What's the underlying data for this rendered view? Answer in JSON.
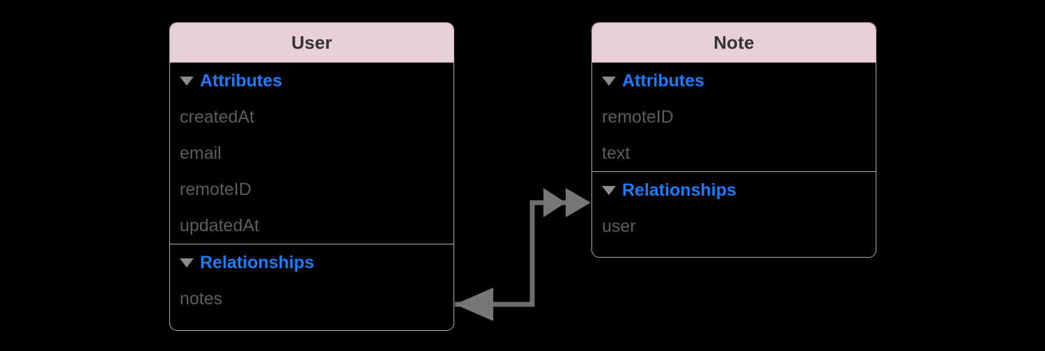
{
  "canvas": {
    "background_color": "#000000",
    "entity_fill_color": "#000000",
    "entity_border_color": "#c3a7ad",
    "header_fill_color": "#e6cfd6",
    "header_text_color": "#333335",
    "section_label_color": "#1a7dff",
    "field_text_color": "#5d5d5f",
    "connector_color": "#6e6e6e",
    "disclosure_color": "#8c8c8c"
  },
  "entities": [
    {
      "name": "User",
      "title": "User",
      "sections": [
        {
          "label": "Attributes",
          "disclosure_icon": "triangle-down-icon",
          "expanded": true,
          "fields": [
            {
              "name": "createdAt"
            },
            {
              "name": "email"
            },
            {
              "name": "remoteID"
            },
            {
              "name": "updatedAt"
            }
          ]
        },
        {
          "label": "Relationships",
          "disclosure_icon": "triangle-down-icon",
          "expanded": true,
          "fields": [
            {
              "name": "notes"
            }
          ]
        }
      ]
    },
    {
      "name": "Note",
      "title": "Note",
      "sections": [
        {
          "label": "Attributes",
          "disclosure_icon": "triangle-down-icon",
          "expanded": true,
          "fields": [
            {
              "name": "remoteID"
            },
            {
              "name": "text"
            }
          ]
        },
        {
          "label": "Relationships",
          "disclosure_icon": "triangle-down-icon",
          "expanded": true,
          "fields": [
            {
              "name": "user"
            }
          ]
        }
      ]
    }
  ],
  "relationships": [
    {
      "name": "user-to-notes",
      "from_entity": "User",
      "to_entity": "Note",
      "cardinality": "to-many",
      "arrow_icon": "double-arrowhead-icon"
    },
    {
      "name": "note-to-user",
      "from_entity": "Note",
      "to_entity": "User",
      "cardinality": "to-one",
      "arrow_icon": "single-arrowhead-icon"
    }
  ]
}
